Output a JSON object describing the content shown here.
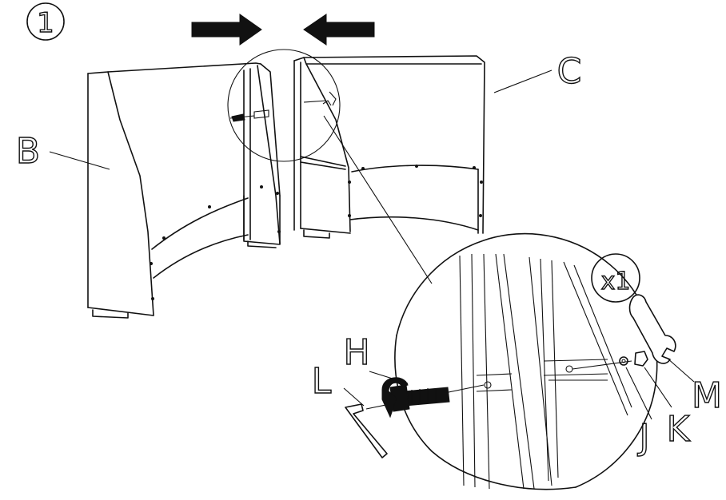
{
  "step": {
    "number": "1"
  },
  "parts": {
    "B": "B",
    "C": "C",
    "H": "H",
    "L": "L",
    "J": "J",
    "K": "K",
    "M": "M"
  },
  "quantity": "x1",
  "colors": {
    "ink": "#111111",
    "paper": "#ffffff"
  },
  "icons": [
    "push-right-arrow-icon",
    "push-left-arrow-icon",
    "rotate-arrow-icon",
    "allen-key-icon",
    "wrench-icon"
  ]
}
